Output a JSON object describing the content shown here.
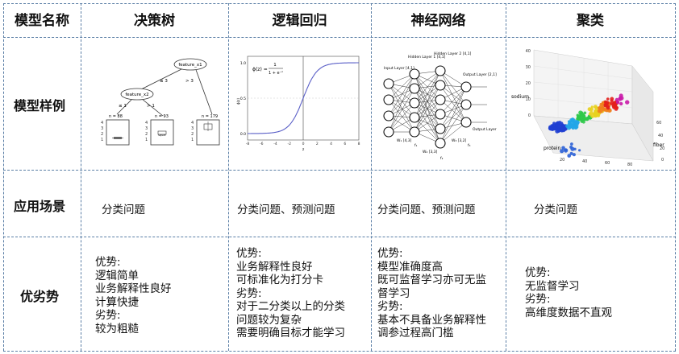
{
  "header": {
    "col0": "模型名称",
    "col1": "决策树",
    "col2": "逻辑回归",
    "col3": "神经网络",
    "col4": "聚类"
  },
  "rows": {
    "example": "模型样例",
    "scenario": "应用场景",
    "proscons": "优劣势"
  },
  "scenario": {
    "tree": "分类问题",
    "logistic": "分类问题、预测问题",
    "nn": "分类问题、预测问题",
    "cluster": "分类问题"
  },
  "proscons": {
    "tree": [
      "优势:",
      "逻辑简单",
      "业务解释性良好",
      "计算快捷",
      "劣势:",
      "较为粗糙"
    ],
    "logistic": [
      "优势:",
      "业务解释性良好",
      "可标准化为打分卡",
      "劣势:",
      "对于二分类以上的分类",
      "问题较为复杂",
      "需要明确目标才能学习"
    ],
    "nn": [
      "优势:",
      "模型准确度高",
      "既可监督学习亦可无监",
      "督学习",
      "劣势:",
      "基本不具备业务解释性",
      "调参过程高门槛"
    ],
    "cluster": [
      "优势:",
      "无监督学习",
      "劣势:",
      "高维度数据不直观"
    ]
  },
  "tree_example": {
    "root": "feature_x1",
    "left_cond": "≤ 3",
    "right_cond": "> 3",
    "node2": "feature_x2",
    "node2_left": "≤ 1",
    "node2_right": "> 1",
    "leaf1": "n = 88",
    "leaf2": "n = 93",
    "leaf3": "n = 179",
    "leaf2_label": "squar"
  },
  "logistic_example": {
    "formula_lhs": "ϕ(z) =",
    "formula_num": "1",
    "formula_den": "1 + e⁻ᶻ",
    "yticks": [
      "1.0",
      "0.5",
      "0.0"
    ],
    "xticks": [
      "-8",
      "-6",
      "-4",
      "-2",
      "0",
      "2",
      "4",
      "6",
      "8"
    ],
    "xlabel": "z",
    "ylabel": "ϕ(z)"
  },
  "nn_example": {
    "input": "Input Layer [4,1]",
    "hidden1": "Hidden Layer 1 [4,1]",
    "hidden2": "Hidden Layer 2 [4,1]",
    "output": "Output Layer [2,1]",
    "w1": "W₁ [4,3]",
    "w2": "W₂ [3,3]",
    "w3": "W₃ [3,2]",
    "f1": "f₁",
    "f2": "f₂",
    "f3": "f₃",
    "output_right": "Output Layer"
  },
  "cluster_example": {
    "zlabel": "sodium",
    "xlabel": "protein",
    "ylabel": "fiber",
    "zticks": [
      "40",
      "30",
      "20",
      "10",
      "0"
    ],
    "xticks": [
      "20",
      "40",
      "60",
      "80"
    ],
    "yticks": [
      "60",
      "40",
      "20",
      "0"
    ]
  }
}
